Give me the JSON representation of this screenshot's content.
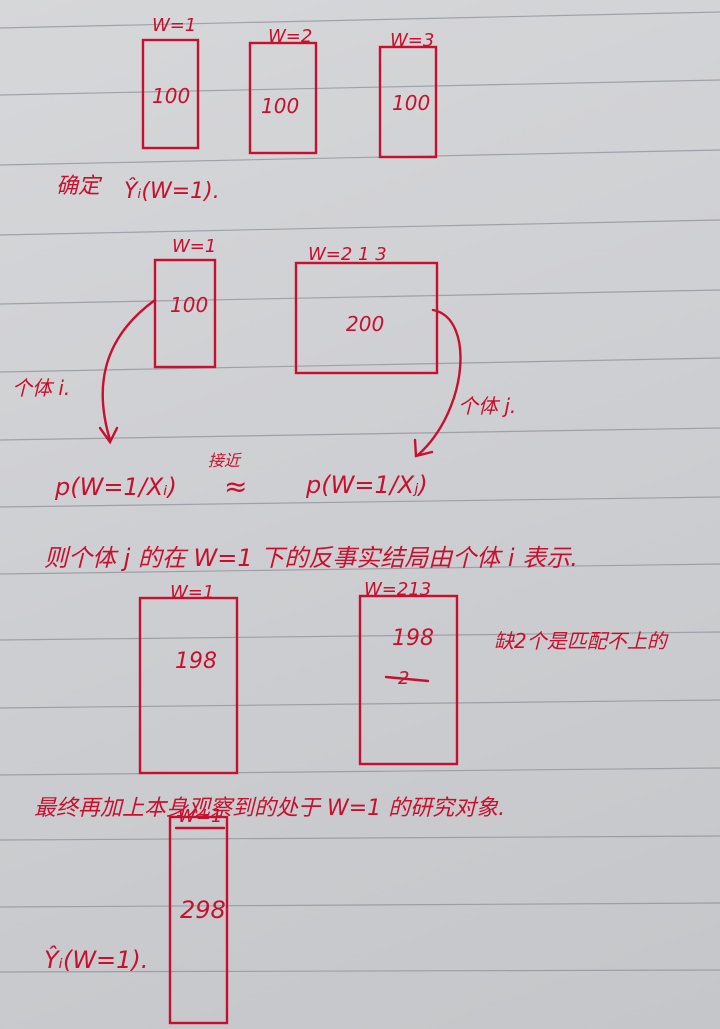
{
  "section1": {
    "boxes": [
      {
        "label": "W=1",
        "value": "100"
      },
      {
        "label": "W=2",
        "value": "100"
      },
      {
        "label": "W=3",
        "value": "100"
      }
    ],
    "determine": "确定",
    "yhat_expr": "Ŷᵢ(W=1)."
  },
  "section2": {
    "box_left": {
      "label": "W=1",
      "value": "100"
    },
    "box_right": {
      "label": "W=2 1 3",
      "value": "200"
    },
    "individual_i": "个体 i.",
    "individual_j": "个体 j.",
    "approx_label": "接近",
    "approx_sign": "≈",
    "p_left": "p(W=1/Xᵢ)",
    "p_right": "p(W=1/Xⱼ)"
  },
  "section3": {
    "sentence": "则个体 j 的在 W=1 下的反事实结局由个体 i 表示.",
    "box_left": {
      "label": "W=1",
      "value": "198"
    },
    "box_right": {
      "label": "W=213",
      "value": "198",
      "struck": "2"
    },
    "note": "缺2个是匹配不上的"
  },
  "section4": {
    "sentence": "最终再加上本身观察到的处于 W=1 的研究对象.",
    "box": {
      "label": "W=1",
      "value": "298"
    },
    "yhat_expr": "Ŷᵢ(W=1)."
  },
  "colors": {
    "ink": "#c8102e",
    "rule": "#8d9199",
    "paper": "#d3d4d6"
  }
}
